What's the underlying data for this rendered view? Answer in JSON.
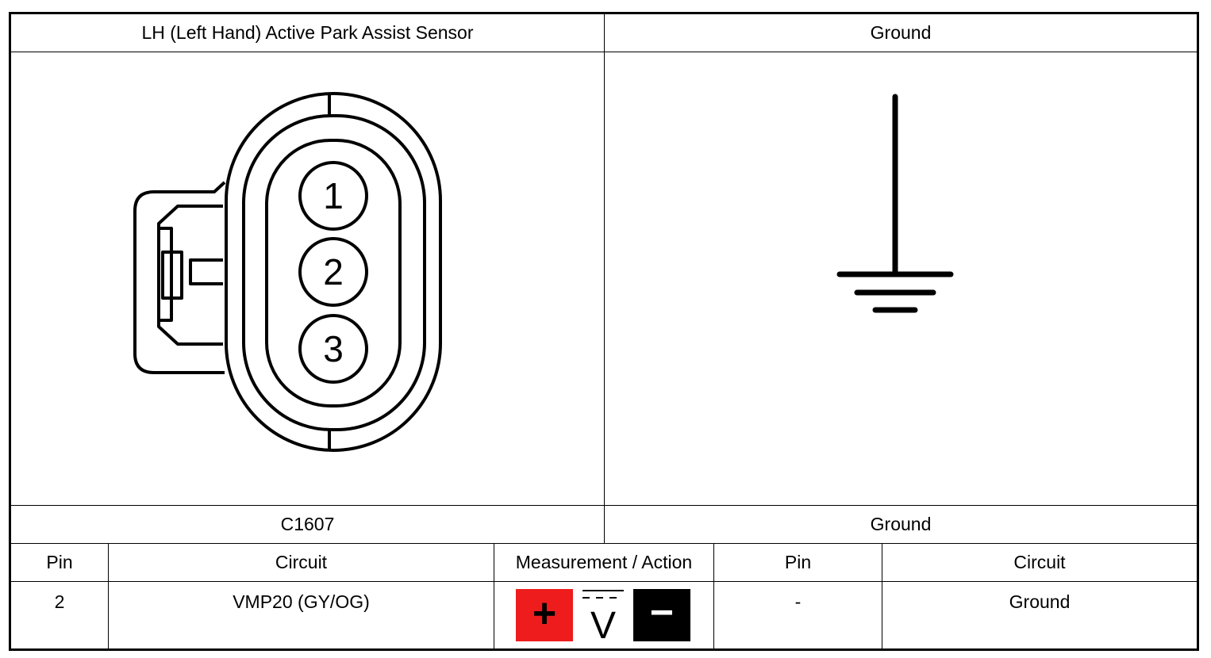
{
  "header": {
    "left_title": "LH (Left Hand) Active Park Assist Sensor",
    "right_title": "Ground"
  },
  "connector": {
    "pins": [
      "1",
      "2",
      "3"
    ],
    "left_id": "C1607",
    "right_id": "Ground"
  },
  "table": {
    "headers": [
      "Pin",
      "Circuit",
      "Measurement / Action",
      "Pin",
      "Circuit"
    ],
    "row": {
      "pin_left": "2",
      "circuit_left": "VMP20 (GY/OG)",
      "measurement": {
        "plus_symbol": "+",
        "voltage_symbol": "V",
        "minus_symbol": "−"
      },
      "pin_right": "-",
      "circuit_right": "Ground"
    }
  },
  "colors": {
    "plus_probe": "#ee1c1c",
    "minus_probe": "#000000"
  }
}
